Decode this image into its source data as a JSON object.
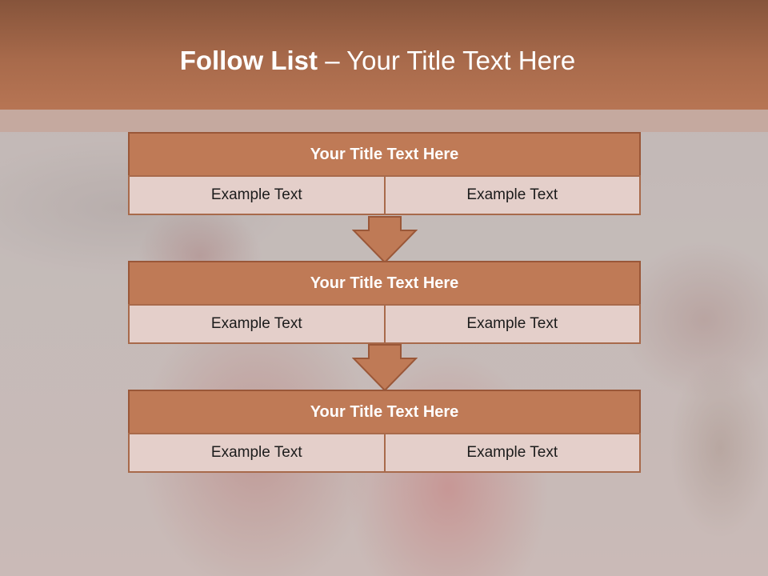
{
  "header": {
    "title_bold": "Follow List",
    "title_separator": " – ",
    "title_rest": "Your Title Text Here"
  },
  "blocks": [
    {
      "title": "Your Title Text Here",
      "cells": [
        "Example Text",
        "Example Text"
      ]
    },
    {
      "title": "Your Title Text Here",
      "cells": [
        "Example Text",
        "Example Text"
      ]
    },
    {
      "title": "Your Title Text Here",
      "cells": [
        "Example Text",
        "Example Text"
      ]
    }
  ],
  "colors": {
    "header": "#a86a4b",
    "block_title": "#bf7a56",
    "block_cell": "#e4cfca",
    "arrow": "#bf7a56"
  }
}
